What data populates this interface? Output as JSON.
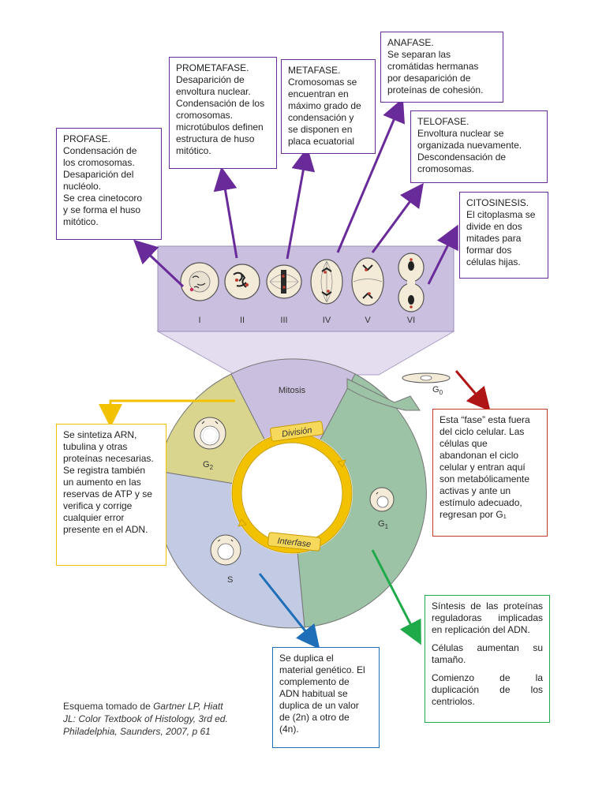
{
  "phases": {
    "profase": {
      "title": "PROFASE.",
      "lines": [
        "Condensación de",
        "los cromosomas.",
        "Desaparición del",
        "nucléolo.",
        "Se crea cinetocoro",
        "y se forma el huso",
        "mitótico."
      ]
    },
    "prometafase": {
      "title": "PROMETAFASE.",
      "lines": [
        "Desaparición de",
        "envoltura nuclear.",
        "Condensación de los",
        "cromosomas.",
        "microtúbulos definen",
        "estructura de huso",
        "mitótico."
      ]
    },
    "metafase": {
      "title": "METAFASE.",
      "lines": [
        "Cromosomas se",
        "encuentran en",
        "máximo grado de",
        "condensación y",
        "se disponen en",
        "placa ecuatorial"
      ]
    },
    "anafase": {
      "title": "ANAFASE.",
      "lines": [
        "Se separan las",
        "cromátidas hermanas",
        "por desaparición de",
        "proteínas de cohesión."
      ]
    },
    "telofase": {
      "title": "TELOFASE.",
      "lines": [
        "Envoltura nuclear se",
        "organizada nuevamente.",
        "Descondensación de",
        "cromosomas."
      ]
    },
    "citosinesis": {
      "title": "CITOSINESIS.",
      "lines": [
        "El citoplasma se",
        "divide en dos",
        "mitades para",
        "formar dos",
        "células hijas."
      ]
    }
  },
  "stage_numerals": [
    "I",
    "II",
    "III",
    "IV",
    "V",
    "VI"
  ],
  "cycle": {
    "mitosis": "Mitosis",
    "division": "División",
    "interfase": "Interfase",
    "g2": "G",
    "g2_sub": "2",
    "g1": "G",
    "g1_sub": "1",
    "g0": "G",
    "g0_sub": "0",
    "s": "S"
  },
  "notes": {
    "g2": [
      "Se sintetiza ARN,",
      "tubulina y otras",
      "proteínas necesarias.",
      "Se registra también",
      "un aumento en las",
      "reservas de ATP y se",
      "verifica y corrige",
      "cualquier error",
      "presente en el ADN."
    ],
    "g0": [
      "Esta “fase” esta fuera",
      "del ciclo celular. Las",
      "células que",
      "abandonan el ciclo",
      "celular y entran aquí",
      "son metabólicamente",
      "activas y ante un",
      "estímulo adecuado,",
      "regresan por G₁"
    ],
    "s": [
      "Se duplica el",
      "material genético. El",
      "complemento de",
      "ADN habitual se",
      "duplica de un valor",
      "de (2n) a otro de",
      "(4n)."
    ],
    "g1_p1": [
      "Síntesis de las proteínas",
      "reguladoras implicadas",
      "en replicación del ADN."
    ],
    "g1_p2": [
      "Células aumentan su",
      "tamaño."
    ],
    "g1_p3": [
      "Comienzo de la",
      "duplicación de los",
      "centriolos."
    ]
  },
  "citation": {
    "prefix": "Esquema tomado de ",
    "l1_italic": "Gartner LP, Hiatt",
    "l2": "JL: Color Textbook of Histology, 3rd ed.",
    "l3": "Philadelphia, Saunders, 2007, p 61"
  },
  "colors": {
    "purple": "#6a2b9a",
    "mitosis_panel": "#cbbfdf",
    "g2_sector": "#d9d58e",
    "s_sector": "#c3cbe4",
    "g1_sector": "#9cc3a6",
    "red_arrow": "#b01515",
    "yellow_arrow": "#f2c200",
    "blue_arrow": "#1f6fb8",
    "green_arrow": "#1faa4a"
  }
}
